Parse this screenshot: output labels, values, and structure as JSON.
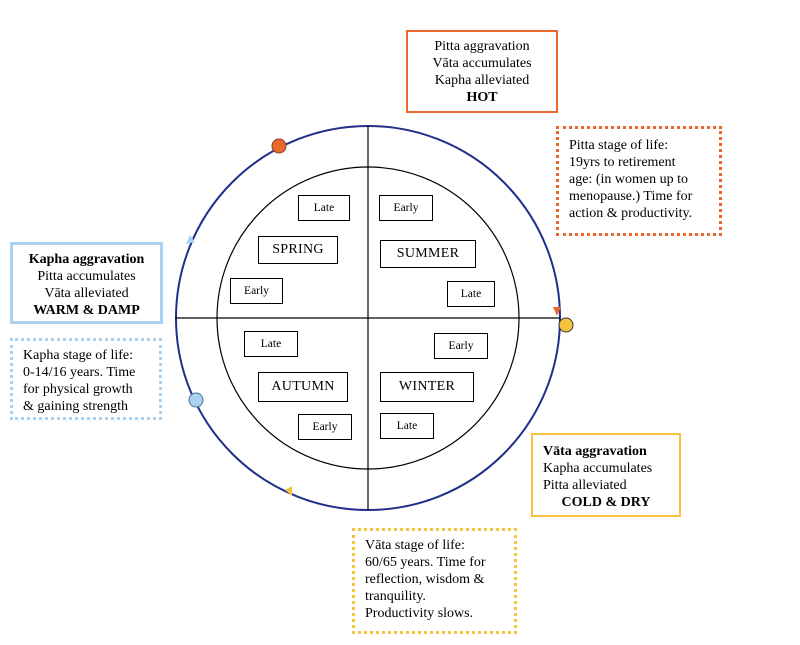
{
  "pitta_box": {
    "lines": [
      "Pitta aggravation",
      "Vāta accumulates",
      "Kapha alleviated",
      "HOT"
    ],
    "color": "#e9682d"
  },
  "pitta_stage": {
    "lines": [
      "Pitta stage of life:",
      "19yrs to retirement",
      "age: (in women up to",
      "menopause.) Time for",
      "action & productivity."
    ]
  },
  "kapha_box": {
    "lines": [
      "Kapha aggravation",
      "Pitta accumulates",
      "Vāta alleviated",
      "WARM & DAMP"
    ],
    "color": "#a9d1f2"
  },
  "kapha_stage": {
    "lines": [
      "Kapha stage of life:",
      "0-14/16 years. Time",
      "for physical growth",
      "& gaining strength"
    ]
  },
  "vata_box": {
    "lines": [
      "Vāta aggravation",
      "Kapha accumulates",
      "Pitta alleviated",
      "COLD & DRY"
    ],
    "color": "#f7c33c"
  },
  "vata_stage": {
    "lines": [
      "Vāta stage of life:",
      "60/65 years. Time for",
      "reflection, wisdom &",
      "tranquility.",
      "Productivity slows."
    ]
  },
  "seasons": {
    "spring": "SPRING",
    "summer": "SUMMER",
    "autumn": "AUTUMN",
    "winter": "WINTER"
  },
  "phase_labels": {
    "spring_late": "Late",
    "spring_early": "Early",
    "summer_early": "Early",
    "summer_late": "Late",
    "autumn_late": "Late",
    "autumn_early": "Early",
    "winter_early": "Early",
    "winter_late": "Late"
  },
  "colors": {
    "outer_circle": "#1f2f8a",
    "pitta_dot": "#e9682d",
    "vata_dot": "#f7c33c",
    "kapha_dot": "#a9d1f2"
  }
}
